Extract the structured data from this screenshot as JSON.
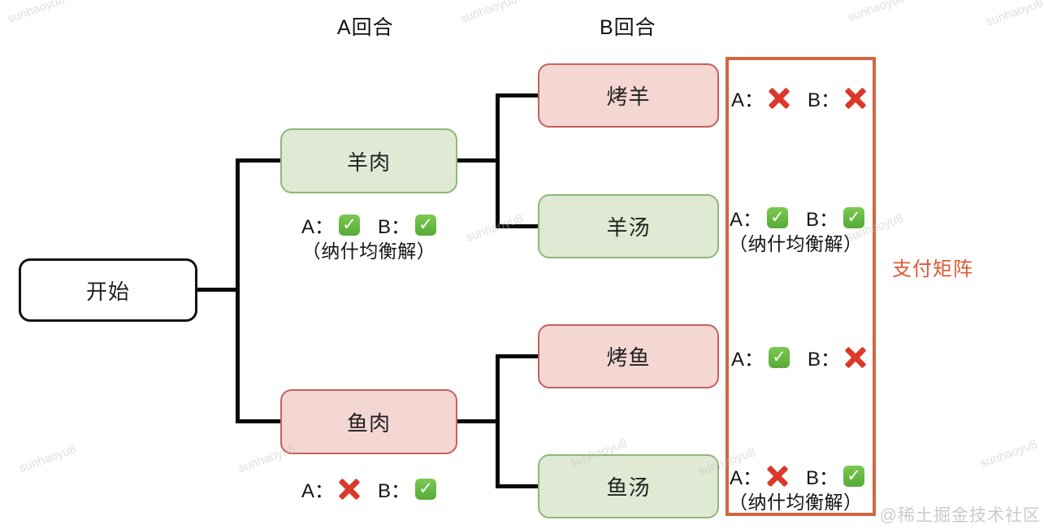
{
  "titles": {
    "round_a": "A回合",
    "round_b": "B回合"
  },
  "nodes": {
    "start": "开始",
    "mutton": "羊肉",
    "fish": "鱼肉",
    "roast_lamb": "烤羊",
    "lamb_soup": "羊汤",
    "roast_fish": "烤鱼",
    "fish_soup": "鱼汤"
  },
  "tree_labels": {
    "mutton": {
      "a_label": "A：",
      "a_icon": "check-icon",
      "b_label": "B：",
      "b_icon": "check-icon",
      "note": "（纳什均衡解）"
    },
    "fish": {
      "a_label": "A：",
      "a_icon": "cross-icon",
      "b_label": "B：",
      "b_icon": "check-icon"
    }
  },
  "payoff_matrix": {
    "title": "支付矩阵",
    "rows": [
      {
        "a_label": "A：",
        "a_icon": "cross-icon",
        "b_label": "B：",
        "b_icon": "cross-icon",
        "note": ""
      },
      {
        "a_label": "A：",
        "a_icon": "check-icon",
        "b_label": "B：",
        "b_icon": "check-icon",
        "note": "（纳什均衡解）"
      },
      {
        "a_label": "A：",
        "a_icon": "check-icon",
        "b_label": "B：",
        "b_icon": "cross-icon",
        "note": ""
      },
      {
        "a_label": "A：",
        "a_icon": "cross-icon",
        "b_label": "B：",
        "b_icon": "check-icon",
        "note": "（纳什均衡解）"
      }
    ]
  },
  "watermark": {
    "text": "sunhaoyu8",
    "credit": "@稀土掘金技术社区"
  },
  "colors": {
    "green_fill": "#dfe9d4",
    "green_border": "#8fb878",
    "pink_fill": "#f4d6d3",
    "pink_border": "#c2635c",
    "matrix_border": "#d2663f",
    "matrix_title_text": "#dc5a33",
    "check_green": "#55ab38",
    "cross_red": "#da392a",
    "line": "#0a0a0a"
  }
}
